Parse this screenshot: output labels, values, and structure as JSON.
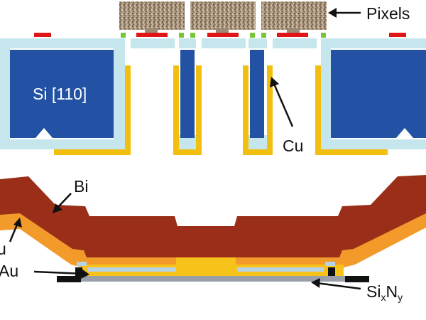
{
  "labels": {
    "pixels": "Pixels",
    "si": "Si [110]",
    "cu_top": "Cu",
    "bi": "Bi",
    "cu_bottom_partial": "u",
    "au": "Au",
    "sin_main": "Si",
    "sin_x": "x",
    "sin_n": "N",
    "sin_y": "y"
  },
  "colors": {
    "silicon": "#2352a4",
    "oxide": "#c4e6ec",
    "copper": "#f2bf10",
    "pad": "#e01515",
    "contact": "#77c63a",
    "bismuth": "#9a2e18",
    "orange_layer": "#f29a2a",
    "gold": "#f7c21a",
    "nitride": "#9aa0aa",
    "dark": "#111111",
    "pixel_texture": "#9c8a74"
  }
}
